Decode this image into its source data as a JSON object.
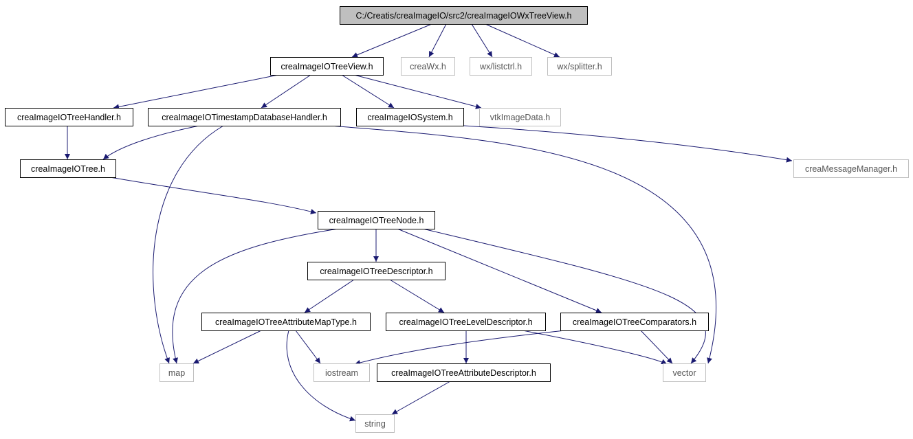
{
  "colors": {
    "edge": "#191970",
    "arrowhead": "#191970",
    "root_fill": "#bfbfbf",
    "node_border": "#000000",
    "external_border": "#bfbfbf",
    "node_text": "#000000",
    "external_text": "#555555"
  },
  "nodes": [
    {
      "id": "wxtreeview",
      "label": "C:/Creatis/creaImageIO/src2/creaImageIOWxTreeView.h",
      "kind": "root"
    },
    {
      "id": "treeview",
      "label": "creaImageIOTreeView.h",
      "kind": "file"
    },
    {
      "id": "creawx",
      "label": "creaWx.h",
      "kind": "external"
    },
    {
      "id": "listctrl",
      "label": "wx/listctrl.h",
      "kind": "external"
    },
    {
      "id": "splitter",
      "label": "wx/splitter.h",
      "kind": "external"
    },
    {
      "id": "treehandler",
      "label": "creaImageIOTreeHandler.h",
      "kind": "file"
    },
    {
      "id": "tsdbhandler",
      "label": "creaImageIOTimestampDatabaseHandler.h",
      "kind": "file"
    },
    {
      "id": "system",
      "label": "creaImageIOSystem.h",
      "kind": "file"
    },
    {
      "id": "vtkimagedata",
      "label": "vtkImageData.h",
      "kind": "external"
    },
    {
      "id": "tree",
      "label": "creaImageIOTree.h",
      "kind": "file"
    },
    {
      "id": "msgmanager",
      "label": "creaMessageManager.h",
      "kind": "external"
    },
    {
      "id": "treenode",
      "label": "creaImageIOTreeNode.h",
      "kind": "file"
    },
    {
      "id": "treedescriptor",
      "label": "creaImageIOTreeDescriptor.h",
      "kind": "file"
    },
    {
      "id": "attrmaptype",
      "label": "creaImageIOTreeAttributeMapType.h",
      "kind": "file"
    },
    {
      "id": "leveldescriptor",
      "label": "creaImageIOTreeLevelDescriptor.h",
      "kind": "file"
    },
    {
      "id": "comparators",
      "label": "creaImageIOTreeComparators.h",
      "kind": "file"
    },
    {
      "id": "map",
      "label": "map",
      "kind": "external"
    },
    {
      "id": "iostream",
      "label": "iostream",
      "kind": "external"
    },
    {
      "id": "attrdescriptor",
      "label": "creaImageIOTreeAttributeDescriptor.h",
      "kind": "file"
    },
    {
      "id": "vector",
      "label": "vector",
      "kind": "external"
    },
    {
      "id": "string",
      "label": "string",
      "kind": "external"
    }
  ],
  "edges": [
    {
      "from": "wxtreeview",
      "to": "treeview"
    },
    {
      "from": "wxtreeview",
      "to": "creawx"
    },
    {
      "from": "wxtreeview",
      "to": "listctrl"
    },
    {
      "from": "wxtreeview",
      "to": "splitter"
    },
    {
      "from": "treeview",
      "to": "treehandler"
    },
    {
      "from": "treeview",
      "to": "tsdbhandler"
    },
    {
      "from": "treeview",
      "to": "system"
    },
    {
      "from": "treeview",
      "to": "vtkimagedata"
    },
    {
      "from": "treehandler",
      "to": "tree"
    },
    {
      "from": "tsdbhandler",
      "to": "tree"
    },
    {
      "from": "tsdbhandler",
      "to": "map"
    },
    {
      "from": "tsdbhandler",
      "to": "vector"
    },
    {
      "from": "system",
      "to": "msgmanager"
    },
    {
      "from": "tree",
      "to": "treenode"
    },
    {
      "from": "treenode",
      "to": "treedescriptor"
    },
    {
      "from": "treenode",
      "to": "map"
    },
    {
      "from": "treenode",
      "to": "comparators"
    },
    {
      "from": "treenode",
      "to": "vector"
    },
    {
      "from": "treedescriptor",
      "to": "attrmaptype"
    },
    {
      "from": "treedescriptor",
      "to": "leveldescriptor"
    },
    {
      "from": "attrmaptype",
      "to": "map"
    },
    {
      "from": "attrmaptype",
      "to": "iostream"
    },
    {
      "from": "attrmaptype",
      "to": "string"
    },
    {
      "from": "leveldescriptor",
      "to": "attrdescriptor"
    },
    {
      "from": "leveldescriptor",
      "to": "vector"
    },
    {
      "from": "comparators",
      "to": "iostream"
    },
    {
      "from": "comparators",
      "to": "vector"
    },
    {
      "from": "attrdescriptor",
      "to": "string"
    }
  ]
}
